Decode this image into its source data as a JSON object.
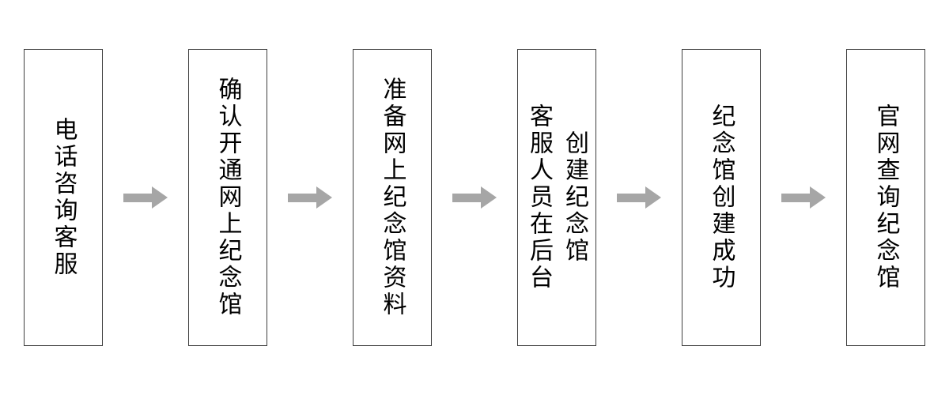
{
  "flow": {
    "title": "memorial-hall-creation-flow",
    "steps": [
      {
        "label": "电话咨询客服"
      },
      {
        "label": "确认开通网上纪念馆"
      },
      {
        "label": "准备网上纪念馆资料"
      },
      {
        "label": "客服人员在后台创建纪念馆"
      },
      {
        "label": "纪念馆创建成功"
      },
      {
        "label": "官网查询纪念馆"
      }
    ],
    "colors": {
      "box_border": "#3f3f3f",
      "box_background": "#ffffff",
      "arrow": "#a6a6a6",
      "text": "#000000",
      "page_background": "#ffffff"
    }
  }
}
